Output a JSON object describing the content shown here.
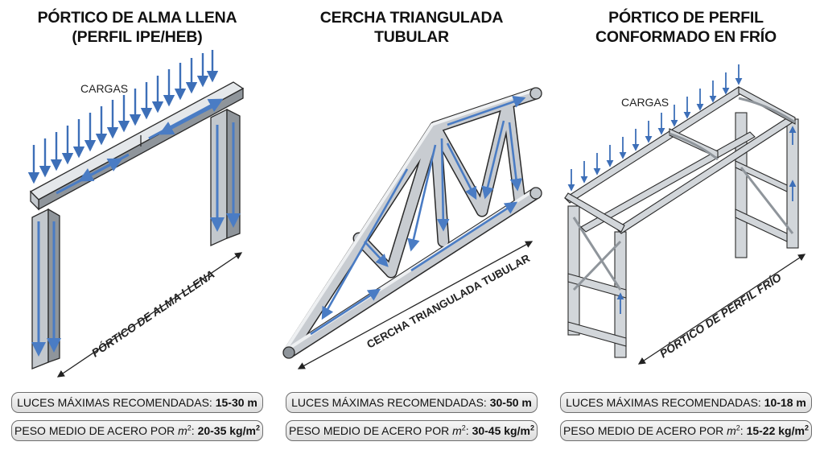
{
  "panels": [
    {
      "title_line1": "PÓRTICO DE ALMA LLENA",
      "title_line2": "(PERFIL IPE/HEB)",
      "load_label": "CARGAS",
      "dimension_label": "PÓRTICO DE ALMA LLENA",
      "span_label": "LUCES MÁXIMAS RECOMENDADAS:",
      "span_value": "15-30 m",
      "weight_label": "PESO MEDIO DE ACERO POR",
      "weight_unit_base": "m",
      "weight_unit_exp": "2",
      "weight_colon": ":",
      "weight_value": "20-35 kg/m",
      "weight_value_exp": "2"
    },
    {
      "title_line1": "CERCHA TRIANGULADA",
      "title_line2": "TUBULAR",
      "load_label": "",
      "dimension_label": "CERCHA TRIANGULADA TUBULAR",
      "span_label": "LUCES MÁXIMAS RECOMENDADAS:",
      "span_value": "30-50 m",
      "weight_label": "PESO MEDIO DE ACERO POR",
      "weight_unit_base": "m",
      "weight_unit_exp": "2",
      "weight_colon": ":",
      "weight_value": "30-45 kg/m",
      "weight_value_exp": "2"
    },
    {
      "title_line1": "PÓRTICO DE PERFIL",
      "title_line2": "CONFORMADO EN FRÍO",
      "load_label": "CARGAS",
      "dimension_label": "PÓRTICO DE PERFIL FRÍO",
      "span_label": "LUCES MÁXIMAS RECOMENDADAS:",
      "span_value": "10-18 m",
      "weight_label": "PESO MEDIO DE ACERO POR",
      "weight_unit_base": "m",
      "weight_unit_exp": "2",
      "weight_colon": ":",
      "weight_value": "15-22 kg/m",
      "weight_value_exp": "2"
    }
  ],
  "colors": {
    "steel_light": "#e4e7ea",
    "steel_mid": "#c3c8cd",
    "steel_dark": "#8f959b",
    "outline": "#2a2a2a",
    "load_arrow": "#3d6fb8",
    "force_arrow": "#4a7cc4"
  }
}
